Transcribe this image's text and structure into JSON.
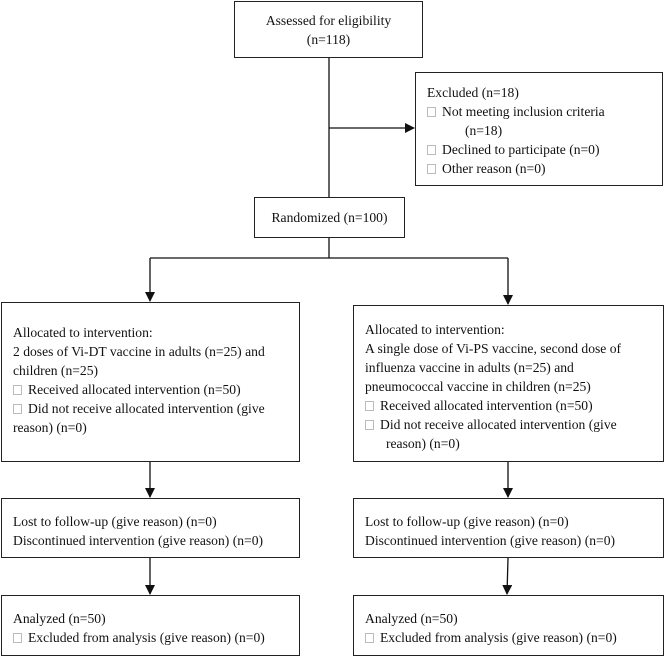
{
  "assessed": {
    "line1": "Assessed for eligibility",
    "line2": "(n=118)"
  },
  "excluded": {
    "title": "Excluded (n=18)",
    "items": [
      {
        "line1": "Not meeting inclusion criteria",
        "line2": "(n=18)"
      },
      {
        "line1": "Declined to participate (n=0)"
      },
      {
        "line1": "Other reason (n=0)"
      }
    ]
  },
  "randomized": {
    "label": "Randomized (n=100)"
  },
  "left_alloc": {
    "title": "Allocated to intervention:",
    "desc1": "2 doses of Vi-DT vaccine in adults (n=25) and",
    "desc2": "children (n=25)",
    "received": "Received allocated intervention (n=50)",
    "not_received1": "Did not receive allocated intervention (give",
    "not_received2": "reason) (n=0)"
  },
  "right_alloc": {
    "title": "Allocated to intervention:",
    "desc1": "A single dose of Vi-PS vaccine, second dose of",
    "desc2": "influenza vaccine in adults (n=25) and",
    "desc3": "pneumococcal vaccine in children (n=25)",
    "received": "Received allocated intervention (n=50)",
    "not_received1": "Did not receive allocated intervention (give",
    "not_received2": "reason) (n=0)"
  },
  "left_followup": {
    "lost": "Lost to follow-up (give reason) (n=0)",
    "discontinued": "Discontinued intervention (give reason) (n=0)"
  },
  "right_followup": {
    "lost": "Lost to follow-up (give reason) (n=0)",
    "discontinued": "Discontinued intervention (give reason) (n=0)"
  },
  "left_analyzed": {
    "title": "Analyzed (n=50)",
    "excluded": "Excluded from analysis (give reason) (n=0)"
  },
  "right_analyzed": {
    "title": "Analyzed (n=50)",
    "excluded": "Excluded from analysis (give reason) (n=0)"
  }
}
